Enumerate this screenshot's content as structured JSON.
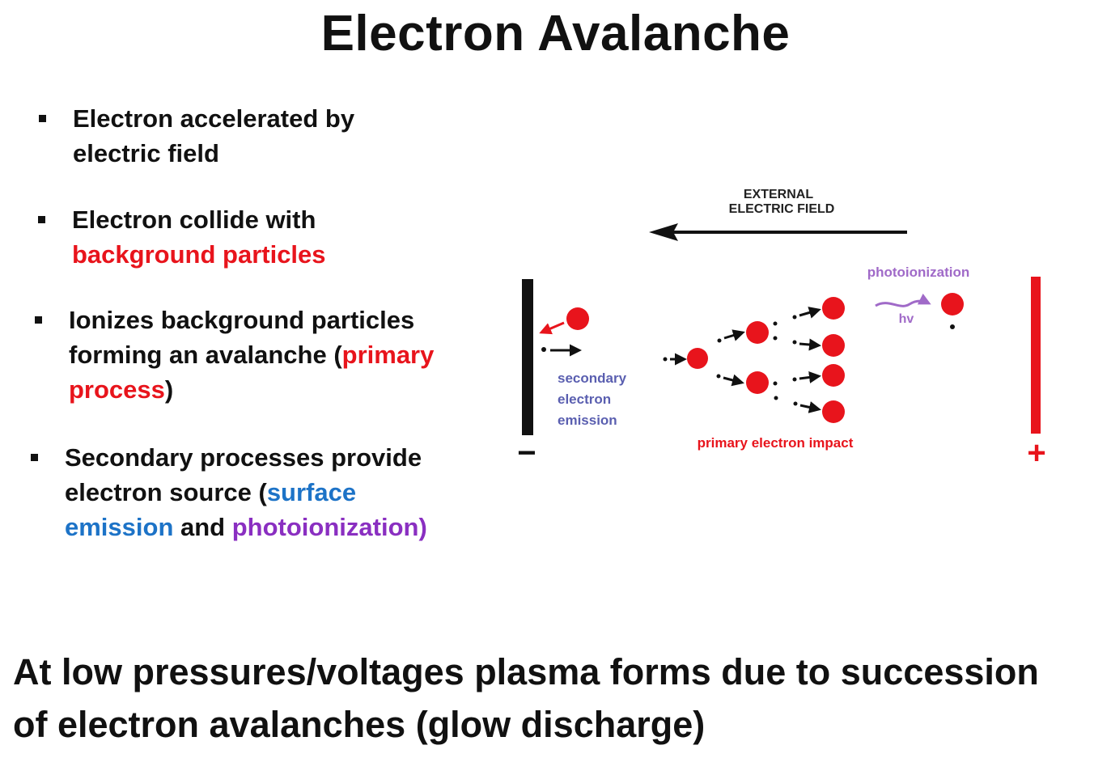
{
  "title": "Electron Avalanche",
  "bullets": [
    {
      "lines": [
        [
          {
            "text": "Electron accelerated by",
            "color": ""
          }
        ],
        [
          {
            "text": "electric field",
            "color": ""
          }
        ]
      ]
    },
    {
      "lines": [
        [
          {
            "text": "Electron collide with",
            "color": ""
          }
        ],
        [
          {
            "text": "background particles",
            "color": "red"
          }
        ]
      ]
    },
    {
      "lines": [
        [
          {
            "text": "Ionizes background particles",
            "color": ""
          }
        ],
        [
          {
            "text": "forming an avalanche (",
            "color": ""
          },
          {
            "text": "primary",
            "color": "red"
          }
        ],
        [
          {
            "text": "process",
            "color": "red"
          },
          {
            "text": ")",
            "color": ""
          }
        ]
      ]
    },
    {
      "lines": [
        [
          {
            "text": "Secondary processes provide",
            "color": ""
          }
        ],
        [
          {
            "text": "electron source (",
            "color": ""
          },
          {
            "text": "surface",
            "color": "blue"
          }
        ],
        [
          {
            "text": "emission",
            "color": "blue"
          },
          {
            "text": " and ",
            "color": ""
          },
          {
            "text": "photoionization)",
            "color": "purple"
          }
        ]
      ]
    }
  ],
  "diagram": {
    "field_label_line1": "EXTERNAL",
    "field_label_line2": "ELECTRIC FIELD",
    "photoionization_label": "photoionization",
    "hv_label": "hv",
    "secondary_line1": "secondary",
    "secondary_line2": "electron",
    "secondary_line3": "emission",
    "primary_label": "primary electron impact",
    "minus_sign": "−",
    "plus_sign": "+"
  },
  "conclusion": {
    "line1": "At low pressures/voltages plasma forms due to succession",
    "line2": "of electron avalanches (glow discharge)"
  },
  "colors": {
    "red": "#e8141c",
    "blue": "#1d73c7",
    "purple": "#8a2fc1",
    "diagram_blue": "#5a5fb0",
    "diagram_purple": "#a06ac8",
    "diagram_red": "#e8141c"
  }
}
